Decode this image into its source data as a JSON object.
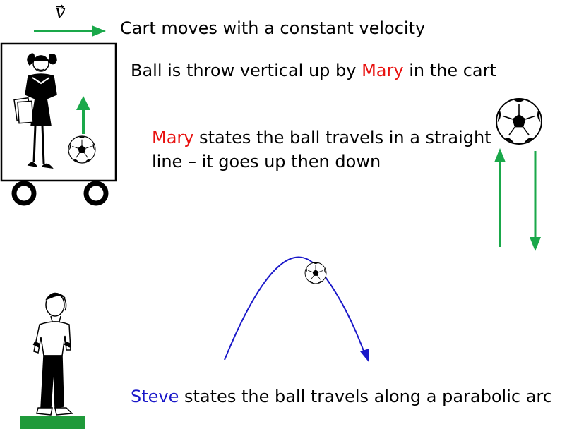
{
  "velocity_symbol": "v",
  "velocity_arrow_mark": "→",
  "caption_velocity": "Cart moves with a constant velocity",
  "caption_throw": {
    "pre": "Ball is throw vertical up by ",
    "name": "Mary",
    "post": " in the cart"
  },
  "caption_mary": {
    "name": "Mary",
    "line1": " states the ball travels in a straight",
    "line2": "line – it goes up then down"
  },
  "caption_steve": {
    "name": "Steve",
    "post": " states the ball travels along a parabolic arc"
  },
  "colors": {
    "arrow_green": "#1aa84a",
    "arc_blue": "#1a18c9",
    "name_red": "#e8110f",
    "name_blue": "#1a18c9",
    "ground_green": "#1f9a3a"
  },
  "icons": [
    "velocity-arrow-icon",
    "cart-icon",
    "girl-icon",
    "soccer-ball-icon",
    "boy-icon"
  ]
}
